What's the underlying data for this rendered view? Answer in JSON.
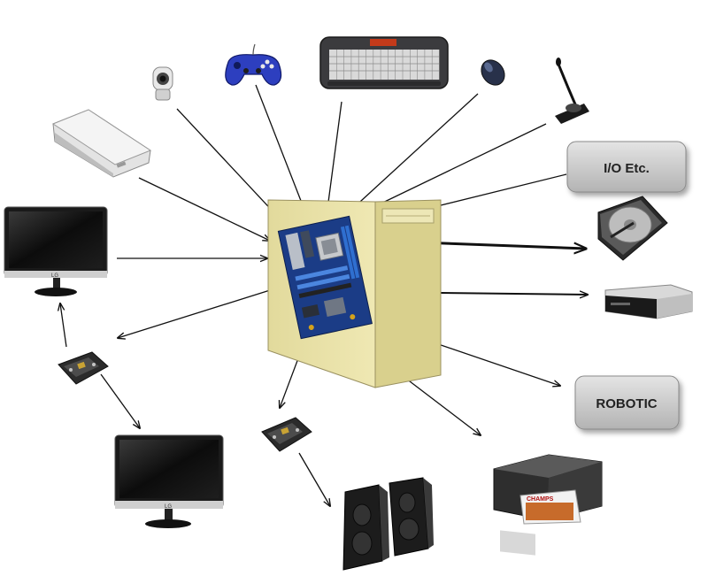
{
  "diagram": {
    "central_unit": "computer-case-with-motherboard",
    "devices": [
      {
        "id": "webcam",
        "icon": "webcam-icon"
      },
      {
        "id": "gamepad",
        "icon": "gamepad-icon"
      },
      {
        "id": "keyboard",
        "icon": "keyboard-icon"
      },
      {
        "id": "mouse",
        "icon": "mouse-icon"
      },
      {
        "id": "microphone",
        "icon": "microphone-icon"
      },
      {
        "id": "scanner",
        "icon": "scanner-icon"
      },
      {
        "id": "monitor-left",
        "icon": "monitor-icon"
      },
      {
        "id": "sound-card-left",
        "icon": "sound-card-icon"
      },
      {
        "id": "monitor-bottom",
        "icon": "monitor-icon"
      },
      {
        "id": "sound-card-bottom",
        "icon": "sound-card-icon"
      },
      {
        "id": "speakers",
        "icon": "speakers-icon"
      },
      {
        "id": "printer",
        "icon": "printer-icon"
      },
      {
        "id": "hard-drive",
        "icon": "hard-drive-icon"
      },
      {
        "id": "optical-drive",
        "icon": "optical-drive-icon"
      }
    ],
    "tags": {
      "io": "I/O Etc.",
      "robotic": "ROBOTIC"
    },
    "monitor_brand": "LG",
    "printer_photo_text": "CHAMPS",
    "colors": {
      "case_face": "#e9e2a6",
      "case_side": "#d8cf8a",
      "arrow": "#111111",
      "tag_bg": "#c9c9c9",
      "board": "#1b3c86"
    }
  }
}
